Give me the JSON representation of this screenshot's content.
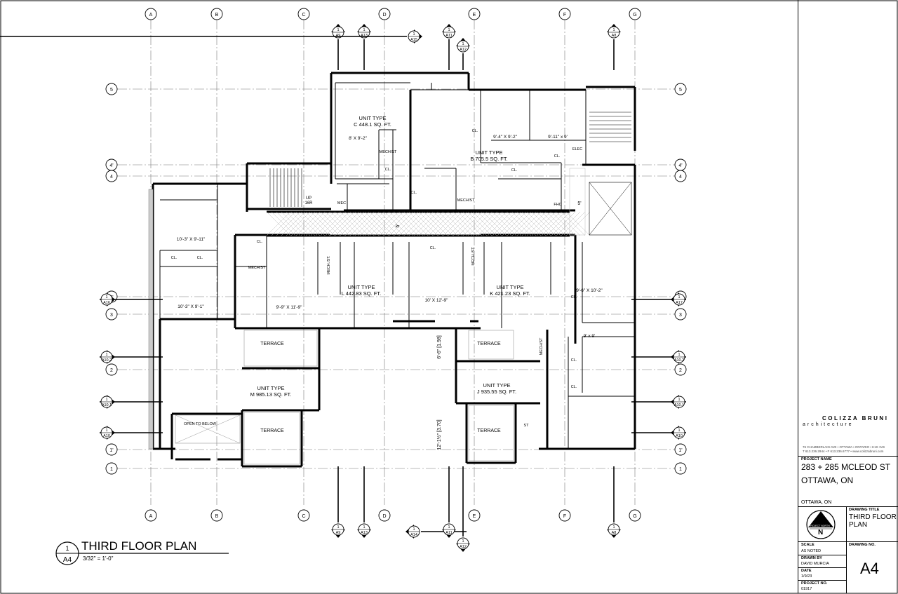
{
  "drawing": {
    "grid_columns_top": [
      "A",
      "B",
      "C",
      "D",
      "E",
      "F",
      "G"
    ],
    "grid_columns_bottom": [
      "A",
      "B",
      "C",
      "D",
      "E",
      "F",
      "G"
    ],
    "grid_rows_left": [
      "5",
      "4'",
      "4",
      "3'",
      "3",
      "2",
      "1'",
      "1"
    ],
    "grid_rows_right": [
      "5",
      "4'",
      "4",
      "3'",
      "3",
      "2",
      "1'",
      "1"
    ],
    "sections_top": [
      {
        "num": "1",
        "ref": "A9"
      },
      {
        "num": "1",
        "ref": "A13"
      },
      {
        "num": "1",
        "ref": "A15"
      },
      {
        "num": "1",
        "ref": "A11"
      },
      {
        "num": "1",
        "ref": "A12"
      },
      {
        "num": "1",
        "ref": "A8"
      }
    ],
    "sections_bottom": [
      {
        "num": "1",
        "ref": "A9"
      },
      {
        "num": "1",
        "ref": "A13"
      },
      {
        "num": "1",
        "ref": "A14"
      },
      {
        "num": "1",
        "ref": "A11"
      },
      {
        "num": "1",
        "ref": "A12"
      },
      {
        "num": "1",
        "ref": "A8"
      }
    ],
    "sections_left": [
      {
        "num": "1",
        "ref": "A16"
      },
      {
        "num": "1",
        "ref": "A10.2"
      },
      {
        "num": "1",
        "ref": "A10.1"
      },
      {
        "num": "1",
        "ref": "A10"
      }
    ],
    "sections_right": [
      {
        "num": "1",
        "ref": "A17"
      },
      {
        "num": "1",
        "ref": "A10.2"
      },
      {
        "num": "1",
        "ref": "A10.1"
      },
      {
        "num": "1",
        "ref": "A10"
      }
    ],
    "units": [
      {
        "type_label": "UNIT TYPE",
        "id_area": "C  448.1  SQ.  FT."
      },
      {
        "type_label": "UNIT TYPE",
        "id_area": "B  705.5  SQ.  FT."
      },
      {
        "type_label": "UNIT TYPE",
        "id_area": "L  442.83  SQ.  FT."
      },
      {
        "type_label": "UNIT TYPE",
        "id_area": "K  421.23  SQ.  FT."
      },
      {
        "type_label": "UNIT TYPE",
        "id_area": "M  985.13  SQ.  FT."
      },
      {
        "type_label": "UNIT TYPE",
        "id_area": "J  935.55  SQ.  FT."
      }
    ],
    "room_dims": [
      "8' X 9'-2\"",
      "9'-4\" X 9'-2\"",
      "9'-11\" x 9'",
      "10'-3\" X 9'-11\"",
      "10'-3\" X 9'-1\"",
      "9'-9\" X 11'-9\"",
      "10' X 12'-9\"",
      "9'-6\" X 10'-2\"",
      "9' x 9'"
    ],
    "small_labels": {
      "cl": "CL.",
      "mech_st": "MECH/ST",
      "mech_slash_st": "MECH./ST.",
      "mec": "MEC",
      "elec": "ELEC",
      "fhc": "FHC",
      "up": "UP",
      "up_num": "16R",
      "terrace": "TERRACE",
      "open_below": "OPEN TO BELOW",
      "st": "ST"
    },
    "dims_corridor": [
      "5'",
      "5'"
    ],
    "dims_vertical": [
      "6'-6\" [1.98]",
      "12'-1½\" [3.70]"
    ],
    "plan_title": {
      "num": "1",
      "sheet": "A4",
      "title": "THIRD FLOOR PLAN",
      "scale": "3/32\"  =  1'-0\""
    }
  },
  "title_block": {
    "firm_name": "COLIZZA BRUNI",
    "firm_sub": "architecture",
    "address": "76 CHAMBERLAIN AVE • OTTAWA • ONTARIO • K1S 1V9",
    "phone": "T 613.236.2944 • F 613.236.6777 • www.colizzabruni.com",
    "project_name_label": "PROJECT NAME",
    "project_name": "283 + 285 MCLEOD ST",
    "project_city": "OTTAWA, ON",
    "location_label": "OTTAWA, ON",
    "drawing_title_label": "DRAWING TITLE",
    "drawing_title_1": "THIRD FLOOR",
    "drawing_title_2": "PLAN",
    "north": "N",
    "north_text": "PROJECT NORTH",
    "scale_label": "SCALE",
    "scale_value": "AS NOTED",
    "drawn_by_label": "DRAWN BY",
    "drawn_by": "DAVID MURCIA",
    "date_label": "DATE",
    "date": "1/9/23",
    "project_no_label": "PROJECT NO.",
    "project_no": "01917",
    "drawing_no_label": "DRAWING NO.",
    "drawing_no": "A4"
  }
}
